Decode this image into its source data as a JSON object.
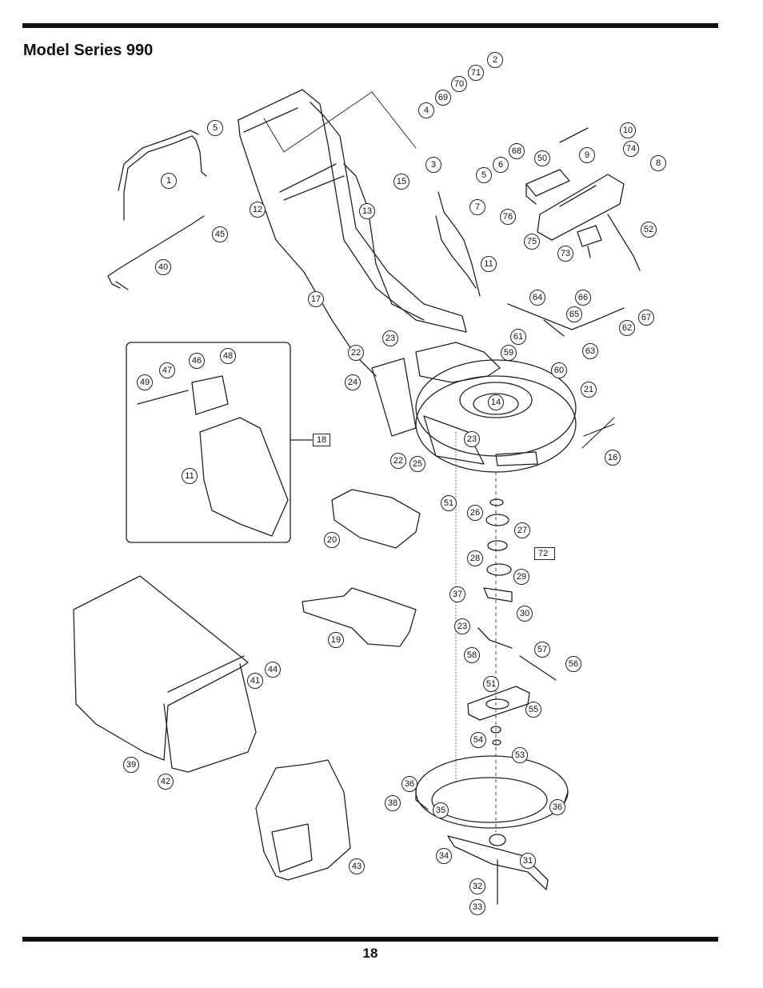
{
  "page": {
    "title": "Model Series 990",
    "page_number": "18"
  },
  "callouts": [
    "1",
    "2",
    "3",
    "4",
    "5",
    "5",
    "6",
    "7",
    "8",
    "9",
    "10",
    "11",
    "11",
    "12",
    "13",
    "14",
    "15",
    "16",
    "17",
    "19",
    "20",
    "21",
    "22",
    "22",
    "23",
    "23",
    "23",
    "24",
    "25",
    "26",
    "27",
    "28",
    "29",
    "30",
    "31",
    "32",
    "33",
    "34",
    "35",
    "36",
    "36",
    "37",
    "38",
    "39",
    "40",
    "41",
    "42",
    "43",
    "44",
    "45",
    "46",
    "47",
    "48",
    "49",
    "50",
    "51",
    "51",
    "52",
    "53",
    "54",
    "55",
    "56",
    "57",
    "58",
    "59",
    "60",
    "61",
    "62",
    "63",
    "64",
    "65",
    "66",
    "67",
    "68",
    "69",
    "70",
    "71",
    "73",
    "74",
    "75",
    "76"
  ],
  "reference_boxes": [
    "18",
    "72"
  ]
}
